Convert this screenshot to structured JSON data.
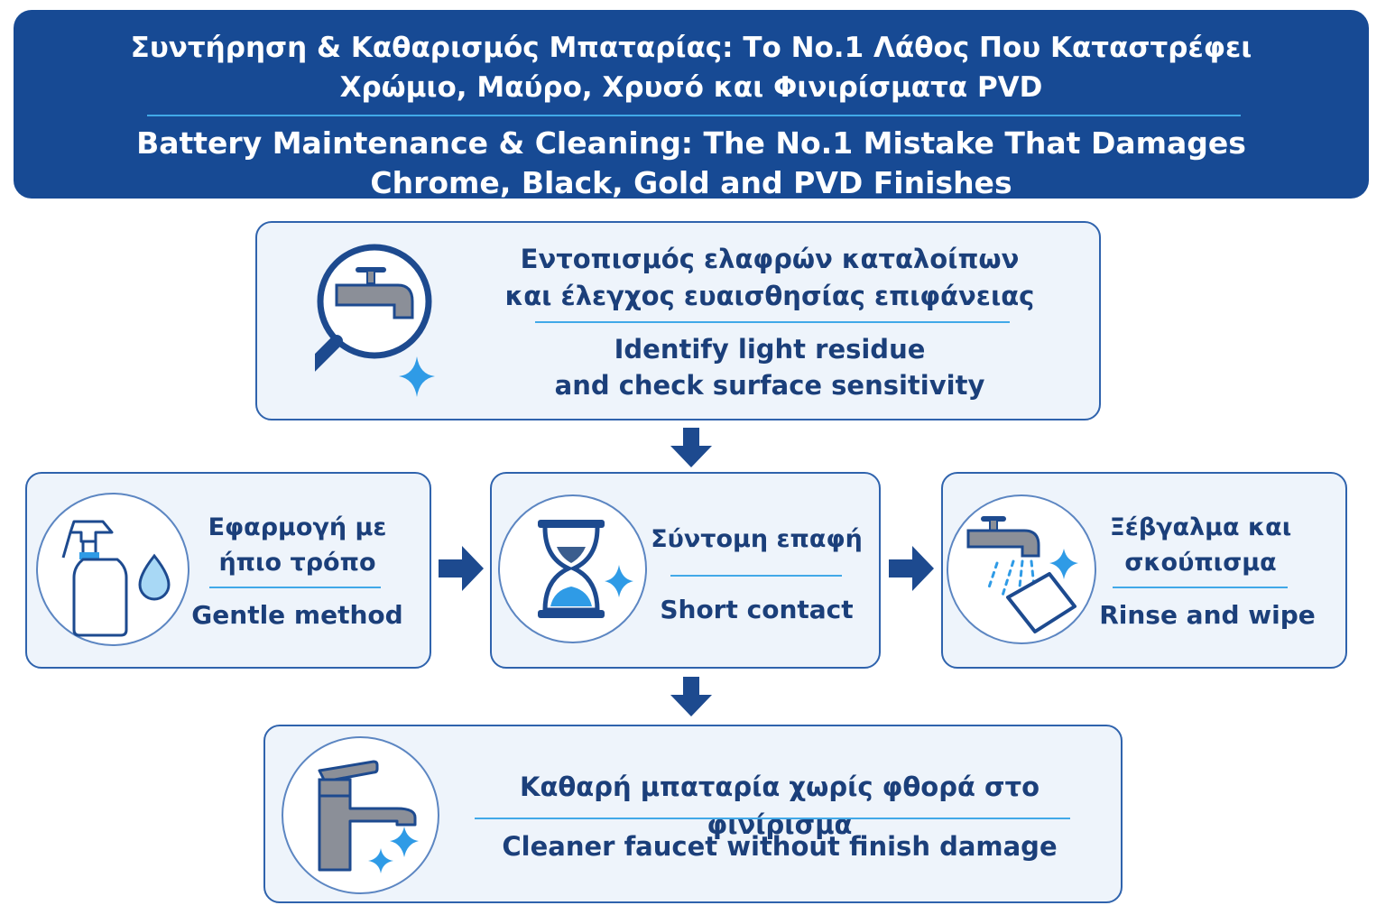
{
  "header": {
    "title_gr_line1": "Συντήρηση & Καθαρισμός Μπαταρίας: Το No.1 Λάθος Που Καταστρέφει",
    "title_gr_line2": "Χρώμιο, Μαύρο, Χρυσό και Φινιρίσματα PVD",
    "title_en_line1": "Battery Maintenance & Cleaning: The No.1 Mistake That Damages",
    "title_en_line2": "Chrome, Black, Gold and PVD Finishes"
  },
  "steps": {
    "identify": {
      "icon": "magnifier-faucet-icon",
      "gr_line1": "Εντοπισμός ελαφρών καταλοίπων",
      "gr_line2": "και έλεγχος ευαισθησίας επιφάνειας",
      "en_line1": "Identify light residue",
      "en_line2": "and check surface sensitivity"
    },
    "apply": {
      "icon": "spray-bottle-icon",
      "gr_line1": "Εφαρμογή με",
      "gr_line2": "ήπιο τρόπο",
      "en": "Gentle method"
    },
    "contact": {
      "icon": "hourglass-icon",
      "gr": "Σύντομη επαφή",
      "en": "Short contact"
    },
    "rinse": {
      "icon": "faucet-cloth-icon",
      "gr_line1": "Ξέβγαλμα και",
      "gr_line2": "σκούπισμα",
      "en": "Rinse and wipe"
    },
    "result": {
      "icon": "clean-faucet-icon",
      "gr": "Καθαρή μπαταρία χωρίς φθορά στο φινίρισμα",
      "en": "Cleaner faucet without finish damage"
    }
  },
  "colors": {
    "primary": "#174a94",
    "accent": "#41a9e8",
    "card_bg": "#eef4fb",
    "text": "#1b3f7a"
  }
}
